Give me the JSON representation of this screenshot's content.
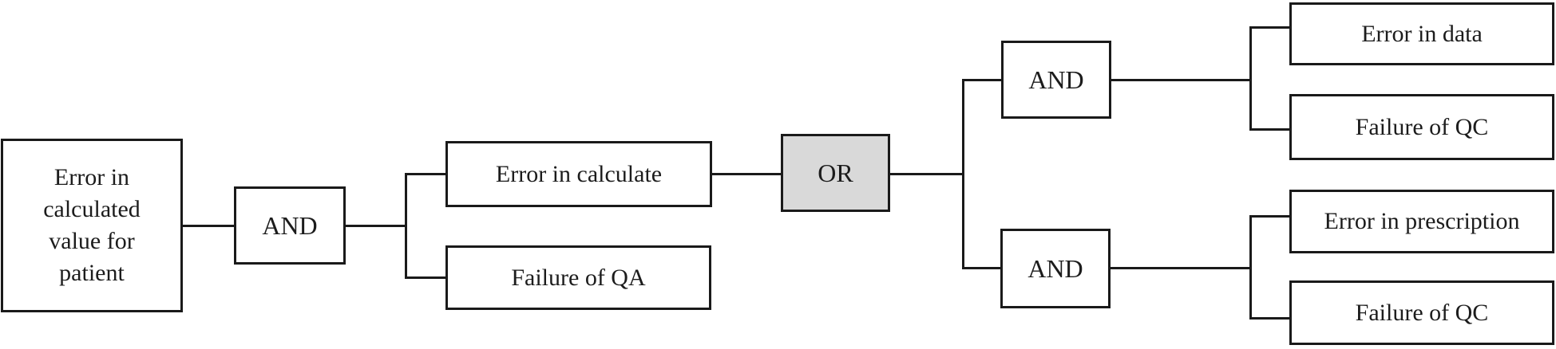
{
  "diagram": {
    "type": "fault-tree",
    "colors": {
      "background": "#ffffff",
      "box_border": "#1a1a1a",
      "box_fill": "#ffffff",
      "or_gate_fill": "#d9d9d9",
      "connector": "#1a1a1a",
      "text": "#1c1c1c"
    },
    "nodes": {
      "root": {
        "label": "Error in calculated value for patient",
        "kind": "event"
      },
      "and1": {
        "label": "AND",
        "kind": "gate"
      },
      "error_in_calculate": {
        "label": "Error in calculate",
        "kind": "event"
      },
      "failure_of_qa": {
        "label": "Failure of QA",
        "kind": "event"
      },
      "or1": {
        "label": "OR",
        "kind": "gate"
      },
      "and2": {
        "label": "AND",
        "kind": "gate"
      },
      "and3": {
        "label": "AND",
        "kind": "gate"
      },
      "error_in_data": {
        "label": "Error in data",
        "kind": "event"
      },
      "failure_of_qc_top": {
        "label": "Failure of QC",
        "kind": "event"
      },
      "error_in_prescription": {
        "label": "Error in prescription",
        "kind": "event"
      },
      "failure_of_qc_bottom": {
        "label": "Failure of QC",
        "kind": "event"
      }
    },
    "edges": [
      {
        "from": "root",
        "to": "and1"
      },
      {
        "from": "and1",
        "to": "error_in_calculate"
      },
      {
        "from": "and1",
        "to": "failure_of_qa"
      },
      {
        "from": "error_in_calculate",
        "to": "or1"
      },
      {
        "from": "or1",
        "to": "and2"
      },
      {
        "from": "or1",
        "to": "and3"
      },
      {
        "from": "and2",
        "to": "error_in_data"
      },
      {
        "from": "and2",
        "to": "failure_of_qc_top"
      },
      {
        "from": "and3",
        "to": "error_in_prescription"
      },
      {
        "from": "and3",
        "to": "failure_of_qc_bottom"
      }
    ]
  }
}
